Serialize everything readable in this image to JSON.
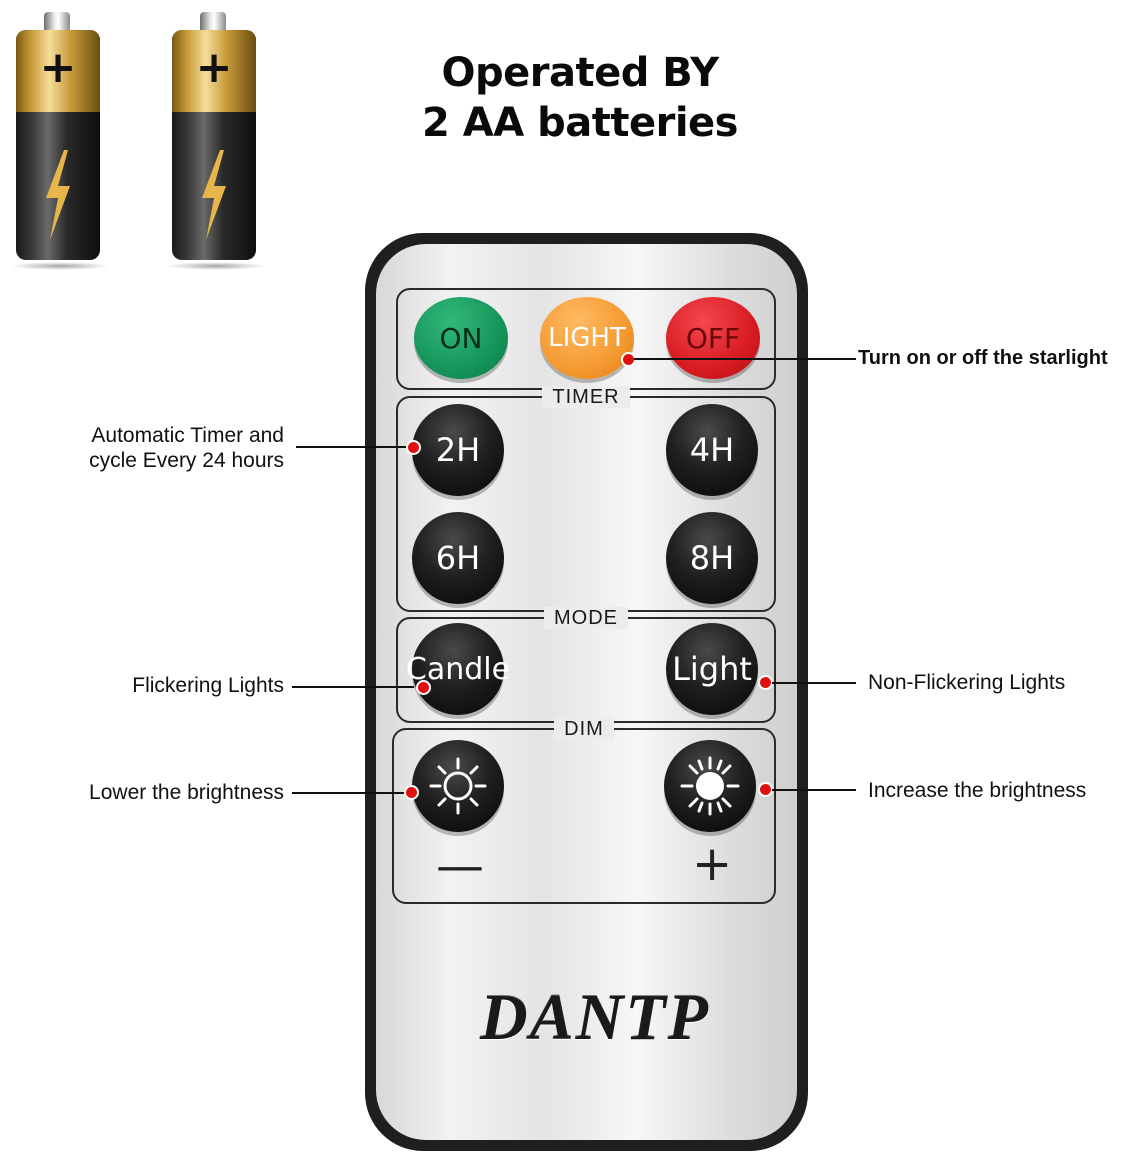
{
  "heading": {
    "line1": "Operated BY",
    "line2": "2 AA batteries"
  },
  "remote": {
    "power_row": {
      "on_label": "ON",
      "light_label": "LIGHT",
      "off_label": "OFF"
    },
    "timer": {
      "section_label": "TIMER",
      "buttons": [
        "2H",
        "4H",
        "6H",
        "8H"
      ]
    },
    "mode": {
      "section_label": "MODE",
      "candle_label": "Candle",
      "light_label": "Light"
    },
    "dim": {
      "section_label": "DIM",
      "minus_label": "—",
      "plus_label": "+"
    },
    "brand": "DANTP"
  },
  "callouts": {
    "starlight": "Turn on or off the starlight",
    "timer": [
      "Automatic Timer and",
      "cycle Every 24 hours"
    ],
    "flickering": "Flickering Lights",
    "non_flickering": "Non-Flickering Lights",
    "lower": "Lower the brightness",
    "increase": "Increase the brightness"
  },
  "colors": {
    "on_button": "#15955a",
    "light_button": "#f49a31",
    "off_button": "#d81b22",
    "callout_dot": "#e01010"
  },
  "icons": [
    "battery-icon",
    "battery-icon",
    "brightness-low-icon",
    "brightness-high-icon"
  ]
}
